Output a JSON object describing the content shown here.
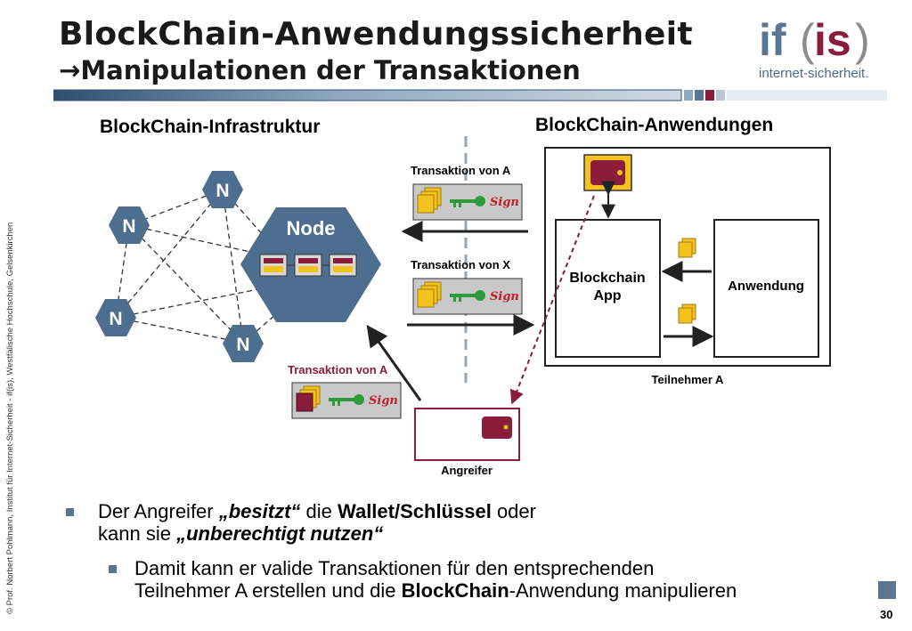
{
  "header": {
    "title_line1": "BlockChain-Anwendungssicherheit",
    "title_line2": "Manipulationen der Transaktionen",
    "arrow_glyph": "→"
  },
  "logo": {
    "letters_if": "if",
    "letters_is": "is",
    "tagline": "internet-sicherheit."
  },
  "diagram": {
    "left_heading": "BlockChain-Infrastruktur",
    "right_heading": "BlockChain-Anwendungen",
    "node_label": "Node",
    "neighbor_label": "N",
    "tx_from_a_top": "Transaktion von A",
    "tx_from_x": "Transaktion von X",
    "tx_from_a_attacker": "Transaktion von A",
    "sign_text": "Sign",
    "blockchain_app_line1": "Blockchain",
    "blockchain_app_line2": "App",
    "anwendung": "Anwendung",
    "participant": "Teilnehmer A",
    "attacker": "Angreifer"
  },
  "bullets": {
    "b1_l1_pre": "Der Angreifer ",
    "b1_l1_em": "„besitzt“",
    "b1_l1_mid": " die ",
    "b1_l1_bold": "Wallet/Schlüssel",
    "b1_l1_post": " oder",
    "b1_l2_pre": "kann sie ",
    "b1_l2_em": "„unberechtigt nutzen“",
    "b2_l1": "Damit kann er valide Transaktionen für den entsprechenden",
    "b2_l2_pre": "Teilnehmer A erstellen und die ",
    "b2_l2_bold": "BlockChain",
    "b2_l2_post": "-Anwendung manipulieren"
  },
  "footer": {
    "side_text": "© Prof.  Norbert Pohlmann, Institut für Internet-Sicherheit - if(is), Westfälische Hochschule, Gelsenkirchen",
    "page_number": "30"
  },
  "colors": {
    "hex_blue": "#4d6e8e",
    "maroon": "#8b1c3a",
    "coin_yellow": "#f4c21c",
    "key_green": "#2e9a3a",
    "sign_red": "#c0202a"
  }
}
